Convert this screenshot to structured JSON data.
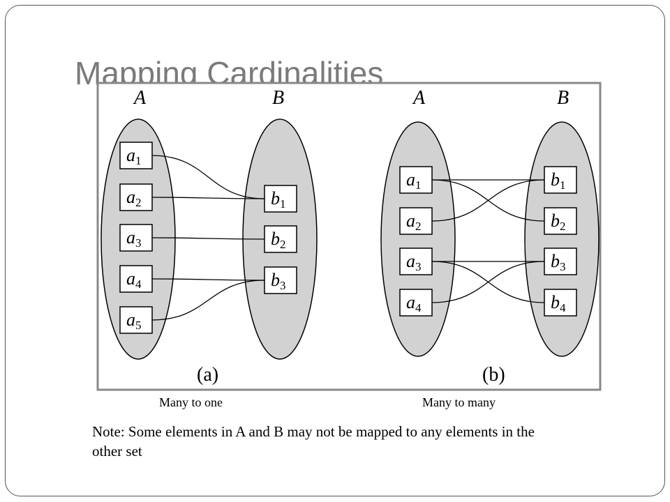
{
  "slide": {
    "title": "Mapping Cardinalities",
    "captions": {
      "left": "Many to one",
      "right": "Many to many"
    },
    "note": "Note: Some elements in A and B may not be mapped to any elements in the other set"
  },
  "diagram": {
    "panel_a": {
      "label": "(a)",
      "set_a_label": "A",
      "set_b_label": "B",
      "a_elements": [
        {
          "letter": "a",
          "sub": "1"
        },
        {
          "letter": "a",
          "sub": "2"
        },
        {
          "letter": "a",
          "sub": "3"
        },
        {
          "letter": "a",
          "sub": "4"
        },
        {
          "letter": "a",
          "sub": "5"
        }
      ],
      "b_elements": [
        {
          "letter": "b",
          "sub": "1"
        },
        {
          "letter": "b",
          "sub": "2"
        },
        {
          "letter": "b",
          "sub": "3"
        }
      ],
      "mapping": [
        [
          0,
          0
        ],
        [
          1,
          0
        ],
        [
          2,
          1
        ],
        [
          3,
          2
        ],
        [
          4,
          2
        ]
      ]
    },
    "panel_b": {
      "label": "(b)",
      "set_a_label": "A",
      "set_b_label": "B",
      "a_elements": [
        {
          "letter": "a",
          "sub": "1"
        },
        {
          "letter": "a",
          "sub": "2"
        },
        {
          "letter": "a",
          "sub": "3"
        },
        {
          "letter": "a",
          "sub": "4"
        }
      ],
      "b_elements": [
        {
          "letter": "b",
          "sub": "1"
        },
        {
          "letter": "b",
          "sub": "2"
        },
        {
          "letter": "b",
          "sub": "3"
        },
        {
          "letter": "b",
          "sub": "4"
        }
      ],
      "mapping": [
        [
          0,
          0
        ],
        [
          0,
          1
        ],
        [
          1,
          0
        ],
        [
          2,
          2
        ],
        [
          2,
          3
        ],
        [
          3,
          2
        ]
      ]
    }
  }
}
